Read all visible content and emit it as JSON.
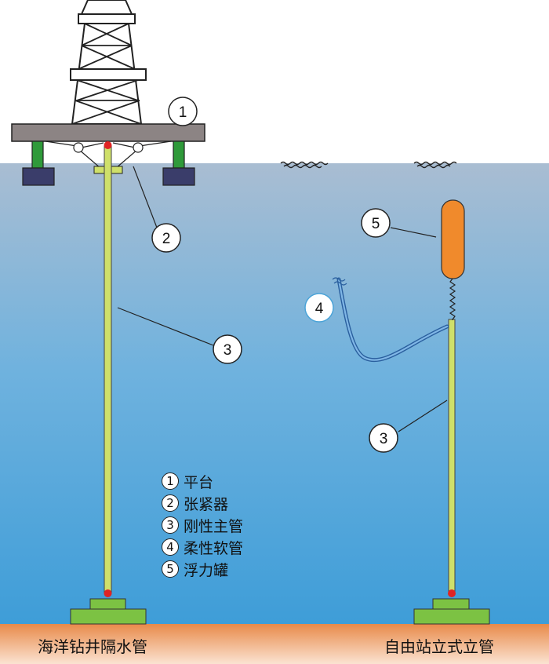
{
  "title": "",
  "captions": {
    "left": "海洋钻井隔水管",
    "right": "自由站立式立管"
  },
  "callouts": {
    "platform": "1",
    "tensioner": "2",
    "riser_left": "3",
    "flexible_pipe": "4",
    "buoy": "5",
    "riser_right": "3"
  },
  "legend": [
    {
      "num": "1",
      "label": "平台"
    },
    {
      "num": "2",
      "label": "张紧器"
    },
    {
      "num": "3",
      "label": "刚性主管"
    },
    {
      "num": "4",
      "label": "柔性软管"
    },
    {
      "num": "5",
      "label": "浮力罐"
    }
  ],
  "colors": {
    "sea_top": "#a7bcd2",
    "sea_bottom": "#3f9fd9",
    "seabed": "#e07a3c",
    "riser": "#cfe06a",
    "foundation": "#7cc243",
    "buoy": "#f08a2c",
    "deck": "#8c8484",
    "leg": "#2f9a3a",
    "pontoon": "#3a3d6a",
    "joint": "#e02424",
    "hose": "#2f6fb0"
  }
}
